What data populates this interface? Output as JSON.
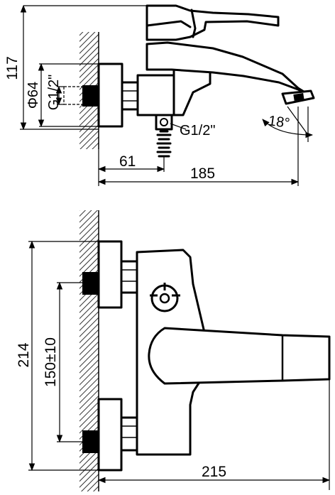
{
  "side_view": {
    "height_117": "117",
    "diameter_64": "Φ64",
    "thread_left": "G1/2\"",
    "thread_outlet": "G1/2\"",
    "angle_18": "18°",
    "depth_61": "61",
    "length_185": "185"
  },
  "front_view": {
    "height_214": "214",
    "centers_150": "150±10",
    "width_215": "215"
  }
}
